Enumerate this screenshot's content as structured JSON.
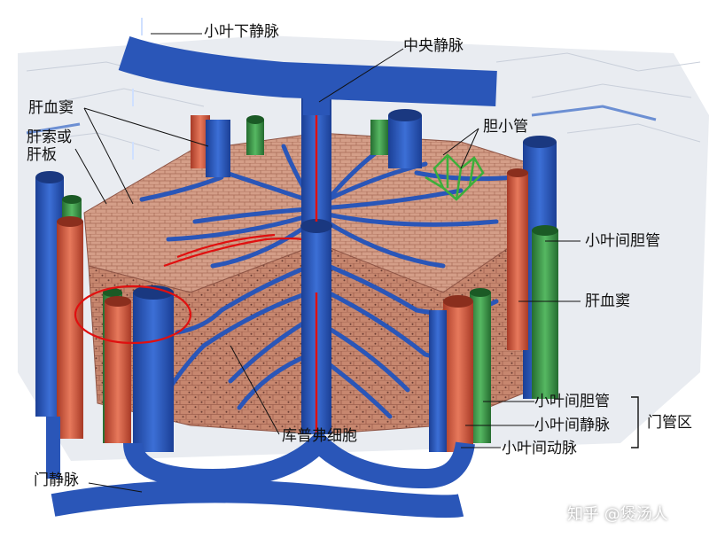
{
  "labels": {
    "sublobular_vein": "小叶下静脉",
    "central_vein": "中央静脉",
    "sinusoid_top": "肝血窦",
    "hepatic_cord_line1": "肝索或",
    "hepatic_cord_line2": "肝板",
    "bile_canaliculus": "胆小管",
    "interlobular_bile_duct_right": "小叶间胆管",
    "sinusoid_right": "肝血窦",
    "interlobular_bile_duct": "小叶间胆管",
    "interlobular_vein": "小叶间静脉",
    "interlobular_artery": "小叶间动脉",
    "portal_area": "门管区",
    "kupffer_cell": "库普弗细胞",
    "portal_vein": "门静脉"
  },
  "watermark": "知乎 @煲汤人",
  "colors": {
    "vein_blue": "#2a56b8",
    "artery_red": "#d4553a",
    "bile_green": "#3c9a48",
    "hepatocyte": "#c98a78",
    "annotation_red": "#e01010"
  }
}
